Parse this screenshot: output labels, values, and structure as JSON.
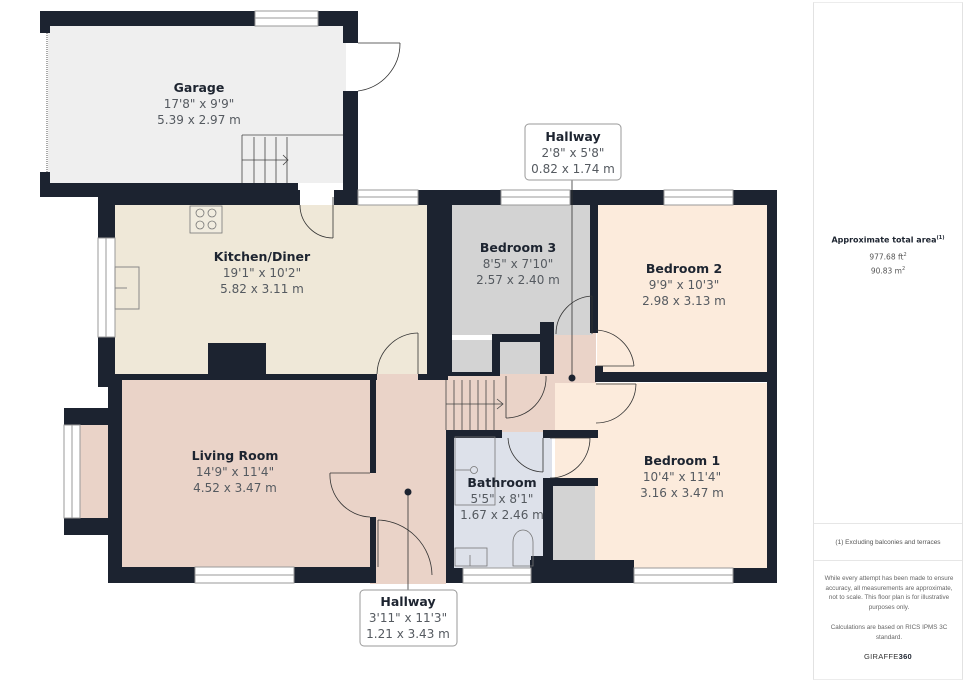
{
  "floorplan": {
    "colors": {
      "wall": "#1c2330",
      "garage": "#efefef",
      "kitchen": "#efe8d8",
      "living": "#ead3c8",
      "hallway": "#ead3c8",
      "bedroom3": "#d3d3d3",
      "bedroom2": "#fcebdc",
      "bedroom1": "#fcebdc",
      "bathroom": "#dde1ea",
      "cupboard": "#d3d3d3"
    },
    "rooms": [
      {
        "id": "garage",
        "name": "Garage",
        "imperial": "17'8\" x 9'9\"",
        "metric": "5.39 x 2.97 m"
      },
      {
        "id": "kitchen",
        "name": "Kitchen/Diner",
        "imperial": "19'1\" x 10'2\"",
        "metric": "5.82 x 3.11 m"
      },
      {
        "id": "bedroom3",
        "name": "Bedroom 3",
        "imperial": "8'5\" x 7'10\"",
        "metric": "2.57 x 2.40 m"
      },
      {
        "id": "bedroom2",
        "name": "Bedroom 2",
        "imperial": "9'9\" x 10'3\"",
        "metric": "2.98 x 3.13 m"
      },
      {
        "id": "living",
        "name": "Living Room",
        "imperial": "14'9\" x 11'4\"",
        "metric": "4.52 x 3.47 m"
      },
      {
        "id": "bathroom",
        "name": "Bathroom",
        "imperial": "5'5\" x 8'1\"",
        "metric": "1.67 x 2.46 m"
      },
      {
        "id": "bedroom1",
        "name": "Bedroom 1",
        "imperial": "10'4\" x 11'4\"",
        "metric": "3.16 x 3.47 m"
      }
    ],
    "callouts": [
      {
        "id": "hallway-upper",
        "name": "Hallway",
        "imperial": "2'8\" x 5'8\"",
        "metric": "0.82 x 1.74 m"
      },
      {
        "id": "hallway-lower",
        "name": "Hallway",
        "imperial": "3'11\" x 11'3\"",
        "metric": "1.21 x 3.43 m"
      }
    ]
  },
  "side_panel": {
    "area_title": "Approximate total area",
    "area_footnote_mark": "(1)",
    "area_sqft": "977.68 ft",
    "area_sqm": "90.83 m",
    "unit_power": "2",
    "footnote": "(1) Excluding balconies and terraces",
    "disclaimer": "While every attempt has been made to ensure accuracy, all measurements are approximate, not to scale. This floor plan is for illustrative purposes only.",
    "calculation_note": "Calculations are based on RICS IPMS 3C standard.",
    "brand_light": "GIRAFFE",
    "brand_bold": "360"
  }
}
